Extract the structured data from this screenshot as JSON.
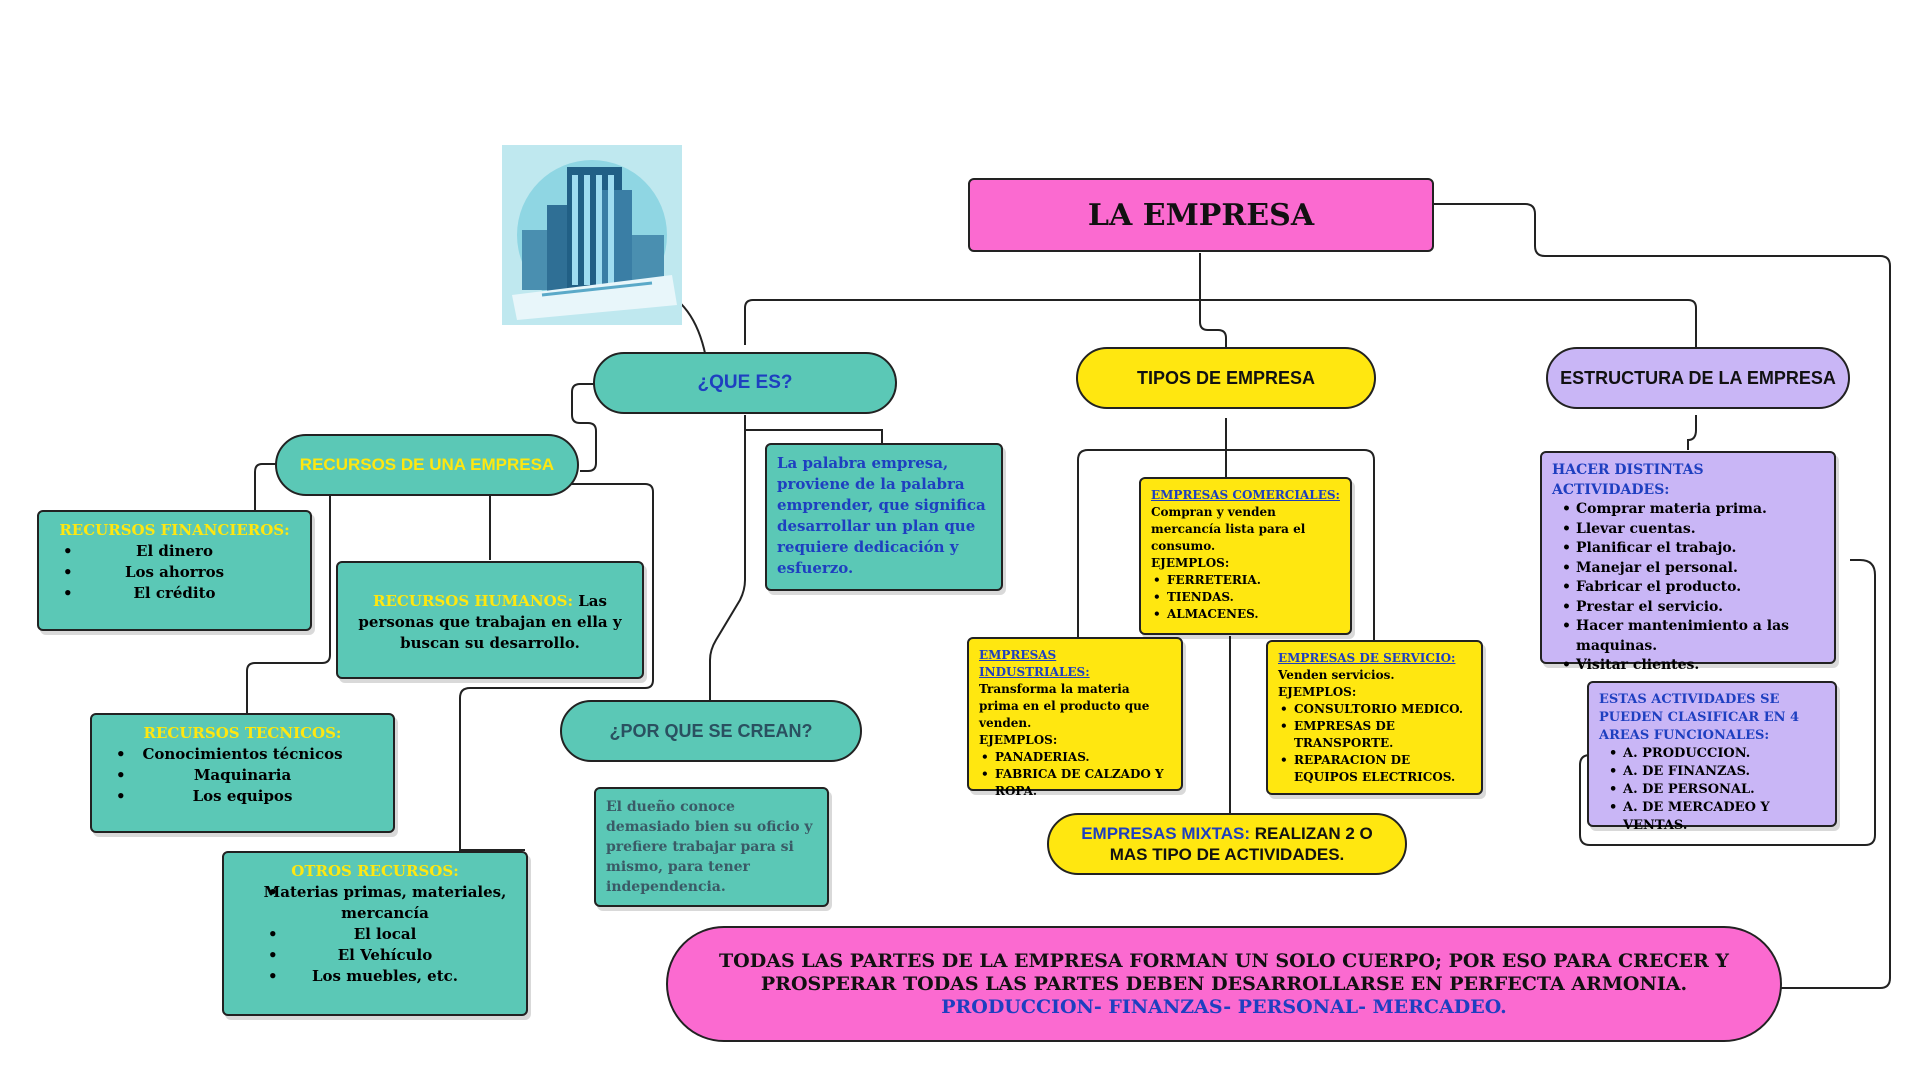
{
  "title": "LA EMPRESA",
  "que_es": {
    "label": "¿QUE ES?",
    "definition": "La palabra empresa, proviene de la palabra emprender, que significa desarrollar un plan que requiere dedicación y esfuerzo."
  },
  "recursos": {
    "label": "RECURSOS DE UNA EMPRESA",
    "financieros": {
      "header": "RECURSOS FINANCIEROS:",
      "items": [
        "El dinero",
        "Los ahorros",
        "El crédito"
      ]
    },
    "humanos": {
      "header": "RECURSOS HUMANOS:",
      "text": " Las personas que trabajan en ella y buscan su desarrollo."
    },
    "tecnicos": {
      "header": "RECURSOS TECNICOS:",
      "items": [
        "Conocimientos técnicos",
        "Maquinaria",
        "Los equipos"
      ]
    },
    "otros": {
      "header": "OTROS RECURSOS:",
      "items": [
        "Materias primas, materiales, mercancía",
        "El local",
        "El Vehículo",
        "Los muebles, etc."
      ]
    }
  },
  "por_que": {
    "label": "¿POR QUE SE CREAN?",
    "text": "El dueño conoce demasiado bien su oficio y prefiere trabajar para si mismo, para tener independencia."
  },
  "tipos": {
    "label": "TIPOS DE EMPRESA",
    "comerciales": {
      "header": "EMPRESAS COMERCIALES:",
      "desc": "Compran y venden mercancía lista para el consumo.",
      "ejemplos_label": "EJEMPLOS:",
      "items": [
        "FERRETERIA.",
        "TIENDAS.",
        "ALMACENES."
      ]
    },
    "industriales": {
      "header": "EMPRESAS INDUSTRIALES:",
      "desc": "Transforma la materia prima en el producto que venden.",
      "ejemplos_label": "EJEMPLOS:",
      "items": [
        "PANADERIAS.",
        "FABRICA DE CALZADO Y ROPA."
      ]
    },
    "servicio": {
      "header": "EMPRESAS DE SERVICIO:",
      "desc": "Venden servicios.",
      "ejemplos_label": "EJEMPLOS:",
      "items": [
        "CONSULTORIO MEDICO.",
        "EMPRESAS DE TRANSPORTE.",
        "REPARACION DE EQUIPOS ELECTRICOS."
      ]
    },
    "mixtas": {
      "header": "EMPRESAS MIXTAS:",
      "text": " REALIZAN 2 O MAS TIPO DE ACTIVIDADES."
    }
  },
  "estructura": {
    "label": "ESTRUCTURA DE LA EMPRESA",
    "actividades": {
      "header": "HACER DISTINTAS ACTIVIDADES:",
      "items": [
        "Comprar materia prima.",
        "Llevar cuentas.",
        "Planificar el trabajo.",
        "Manejar el personal.",
        "Fabricar el producto.",
        "Prestar el servicio.",
        "Hacer mantenimiento a las maquinas.",
        "Visitar clientes."
      ]
    },
    "areas": {
      "header": "ESTAS ACTIVIDADES SE PUEDEN CLASIFICAR EN 4 AREAS FUNCIONALES:",
      "items": [
        "A. PRODUCCION.",
        "A. DE FINANZAS.",
        "A. DE PERSONAL.",
        "A. DE MERCADEO Y VENTAS."
      ]
    }
  },
  "conclusion": {
    "line": "TODAS LAS PARTES DE LA EMPRESA FORMAN UN SOLO CUERPO; POR ESO PARA CRECER Y PROSPERAR TODAS LAS PARTES DEBEN DESARROLLARSE EN PERFECTA ARMONIA.",
    "areas": "PRODUCCION- FINANZAS- PERSONAL- MERCADEO."
  },
  "image": {
    "icon": "building-icon"
  },
  "colors": {
    "teal": "#5bc8b6",
    "yellow": "#ffe710",
    "lavender": "#c9b6f6",
    "pink": "#fb6ad0",
    "blue_text": "#1e3fc0"
  }
}
